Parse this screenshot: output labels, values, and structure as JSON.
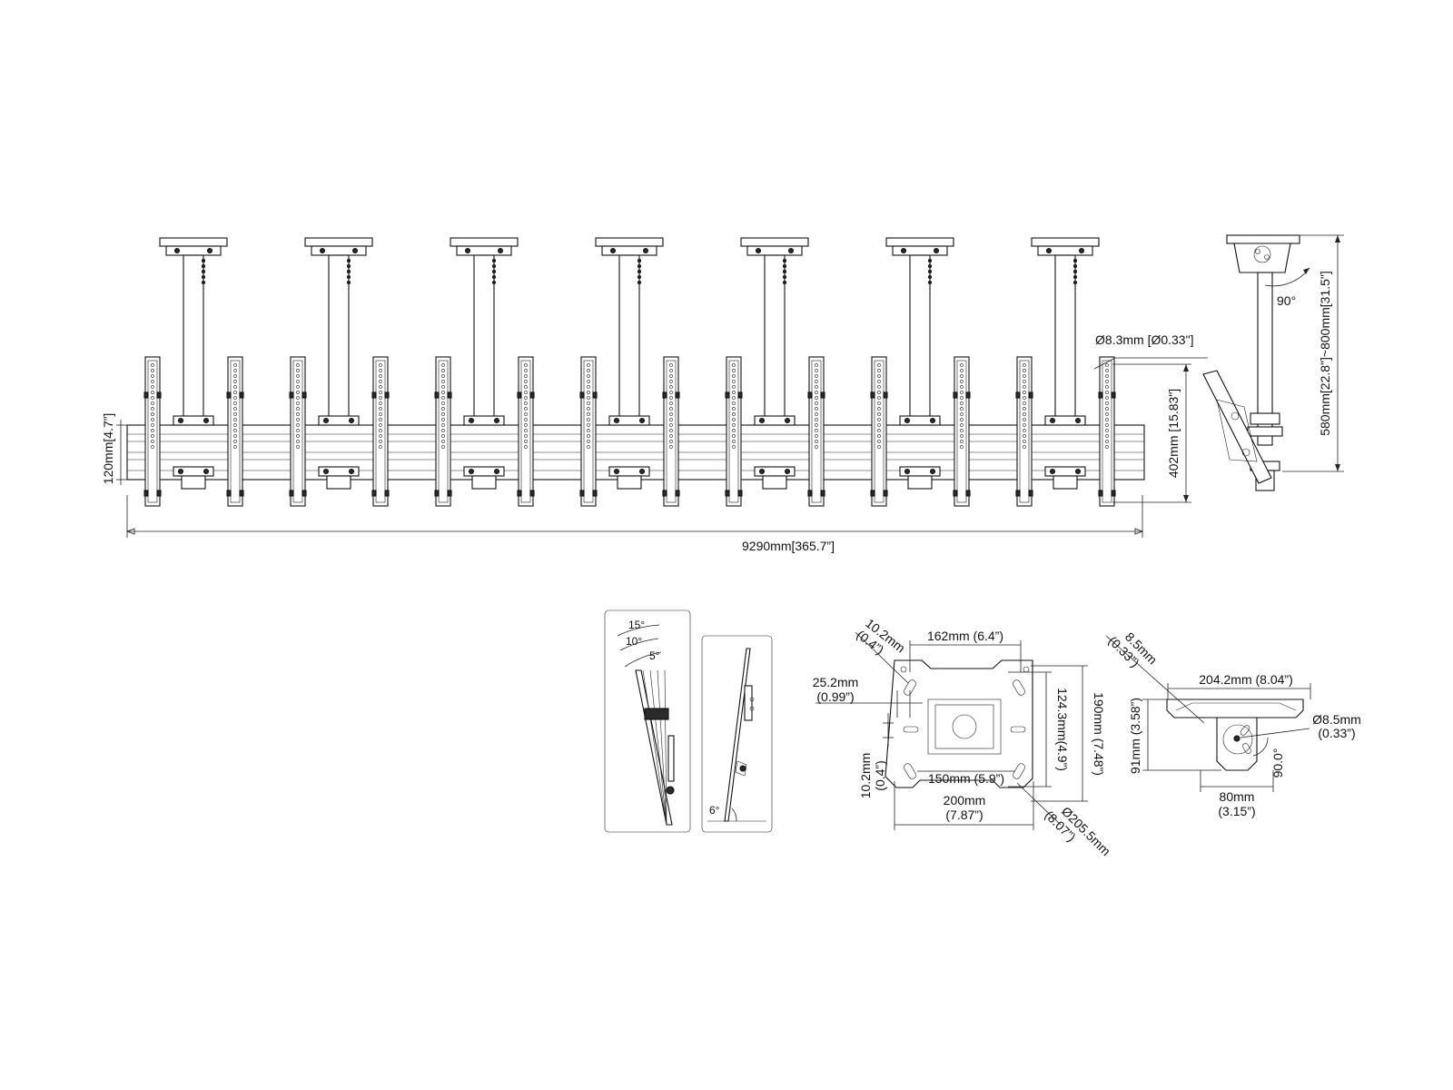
{
  "main_view": {
    "width_label": "9290mm[365.7”]",
    "rail_height_label": "120mm[4.7”]",
    "panel_height_label": "402mm [15.83\"]",
    "hole_label": "Ø8.3mm [Ø0.33\"]",
    "pole_count": 7,
    "bracket_count": 14
  },
  "side_view": {
    "angle_label": "90°",
    "drop_label": "580mm[22.8\"]~800mm[31.5\"]"
  },
  "tilt_view": {
    "angles": [
      "15°",
      "10°",
      "5°"
    ],
    "min_angle": "6°"
  },
  "plate_view": {
    "slot_width": "10.2mm\n(0.4”)",
    "top_spacing": "162mm (6.4”)",
    "edge_offset": "25.2mm\n(0.99”)",
    "inner_height": "124.3mm(4.9”)",
    "outer_height": "190mm  (7.48”)",
    "side_slot": "10.2mm\n(0.4”)",
    "hole_spacing": "150mm (5.9”)",
    "plate_width": "200mm\n(7.87”)",
    "diagonal": "Ø205.5mm\n(8.07”)"
  },
  "ceiling_view": {
    "small_hole": "8.5mm\n(0.33”)",
    "width": "204.2mm (8.04”)",
    "height": "91mm (3.58”)",
    "center_hole": "Ø8.5mm\n(0.33”)",
    "rotation": "90.0°",
    "bottom_width": "80mm\n(3.15”)"
  }
}
